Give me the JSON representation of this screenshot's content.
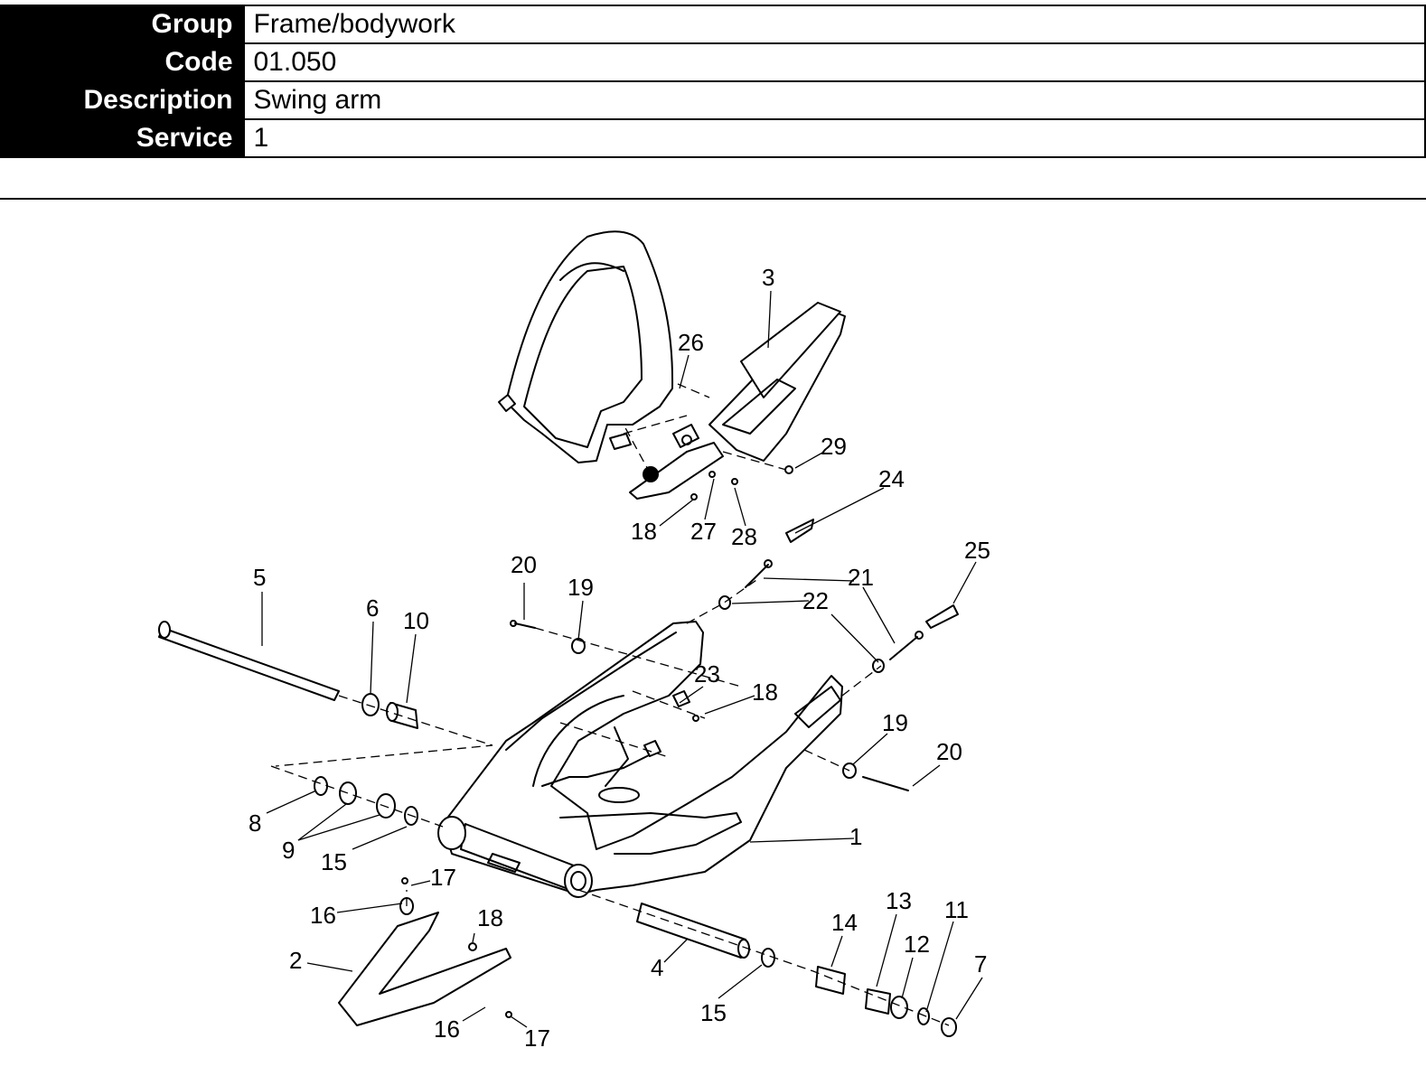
{
  "header": {
    "rows": [
      {
        "key": "Group",
        "value": "Frame/bodywork"
      },
      {
        "key": "Code",
        "value": "01.050"
      },
      {
        "key": "Description",
        "value": "Swing arm"
      },
      {
        "key": "Service",
        "value": "1"
      }
    ]
  },
  "callouts": [
    "1",
    "2",
    "3",
    "4",
    "5",
    "6",
    "7",
    "8",
    "9",
    "10",
    "11",
    "12",
    "13",
    "14",
    "15",
    "15",
    "16",
    "16",
    "17",
    "17",
    "18",
    "18",
    "18",
    "19",
    "19",
    "20",
    "20",
    "21",
    "22",
    "23",
    "24",
    "25",
    "26",
    "27",
    "28",
    "29"
  ]
}
